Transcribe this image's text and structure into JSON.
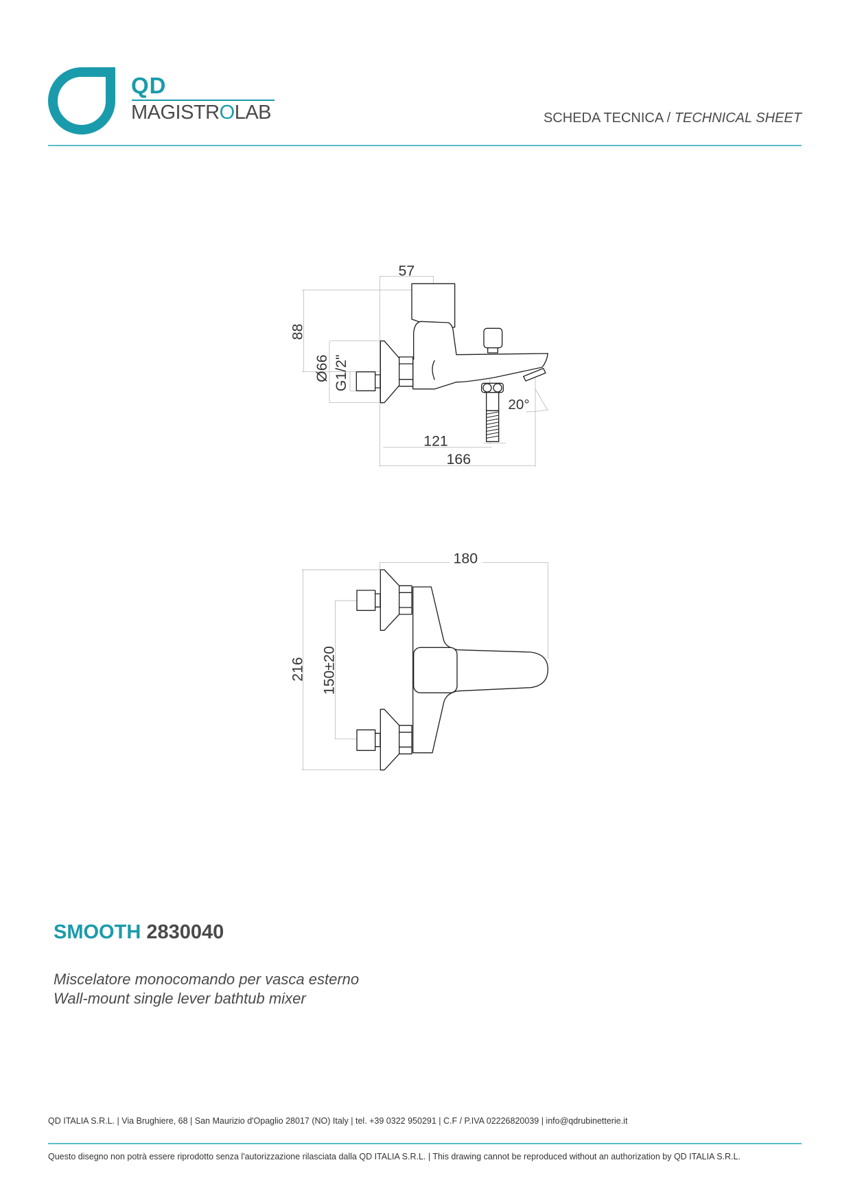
{
  "header": {
    "brand_top": "QD",
    "brand_bottom_part1": "MAGISTR",
    "brand_bottom_o": "O",
    "brand_bottom_part2": "LAB",
    "sheet_label_it": "SCHEDA TECNICA",
    "sheet_separator": " / ",
    "sheet_label_en": "TECHNICAL SHEET"
  },
  "drawings": {
    "side_view": {
      "dim_top_width": "57",
      "dim_height": "88",
      "dim_flange_diameter": "Ø66",
      "dim_thread": "G1/2\"",
      "dim_angle": "20°",
      "dim_hose_offset": "121",
      "dim_total_depth": "166"
    },
    "front_view": {
      "dim_width": "180",
      "dim_height": "216",
      "dim_centers": "150±20"
    }
  },
  "product": {
    "series": "SMOOTH",
    "code": "2830040",
    "description_it": "Miscelatore monocomando per vasca esterno",
    "description_en": "Wall-mount single lever bathtub mixer"
  },
  "footer": {
    "company_info": "QD ITALIA S.R.L. | Via Brughiere, 68 | San Maurizio d'Opaglio 28017 (NO) Italy | tel. +39 0322 950291 | C.F / P.IVA 02226820039 | info@qdrubinetterie.it",
    "copyright": "Questo disegno non potrà essere riprodotto senza l'autorizzazione rilasciata dalla QD ITALIA S.R.L. | This drawing cannot be reproduced without an authorization by QD ITALIA S.R.L."
  },
  "colors": {
    "brand": "#1a9bab",
    "rule": "#5bbcc8",
    "text": "#4a4a4a"
  }
}
